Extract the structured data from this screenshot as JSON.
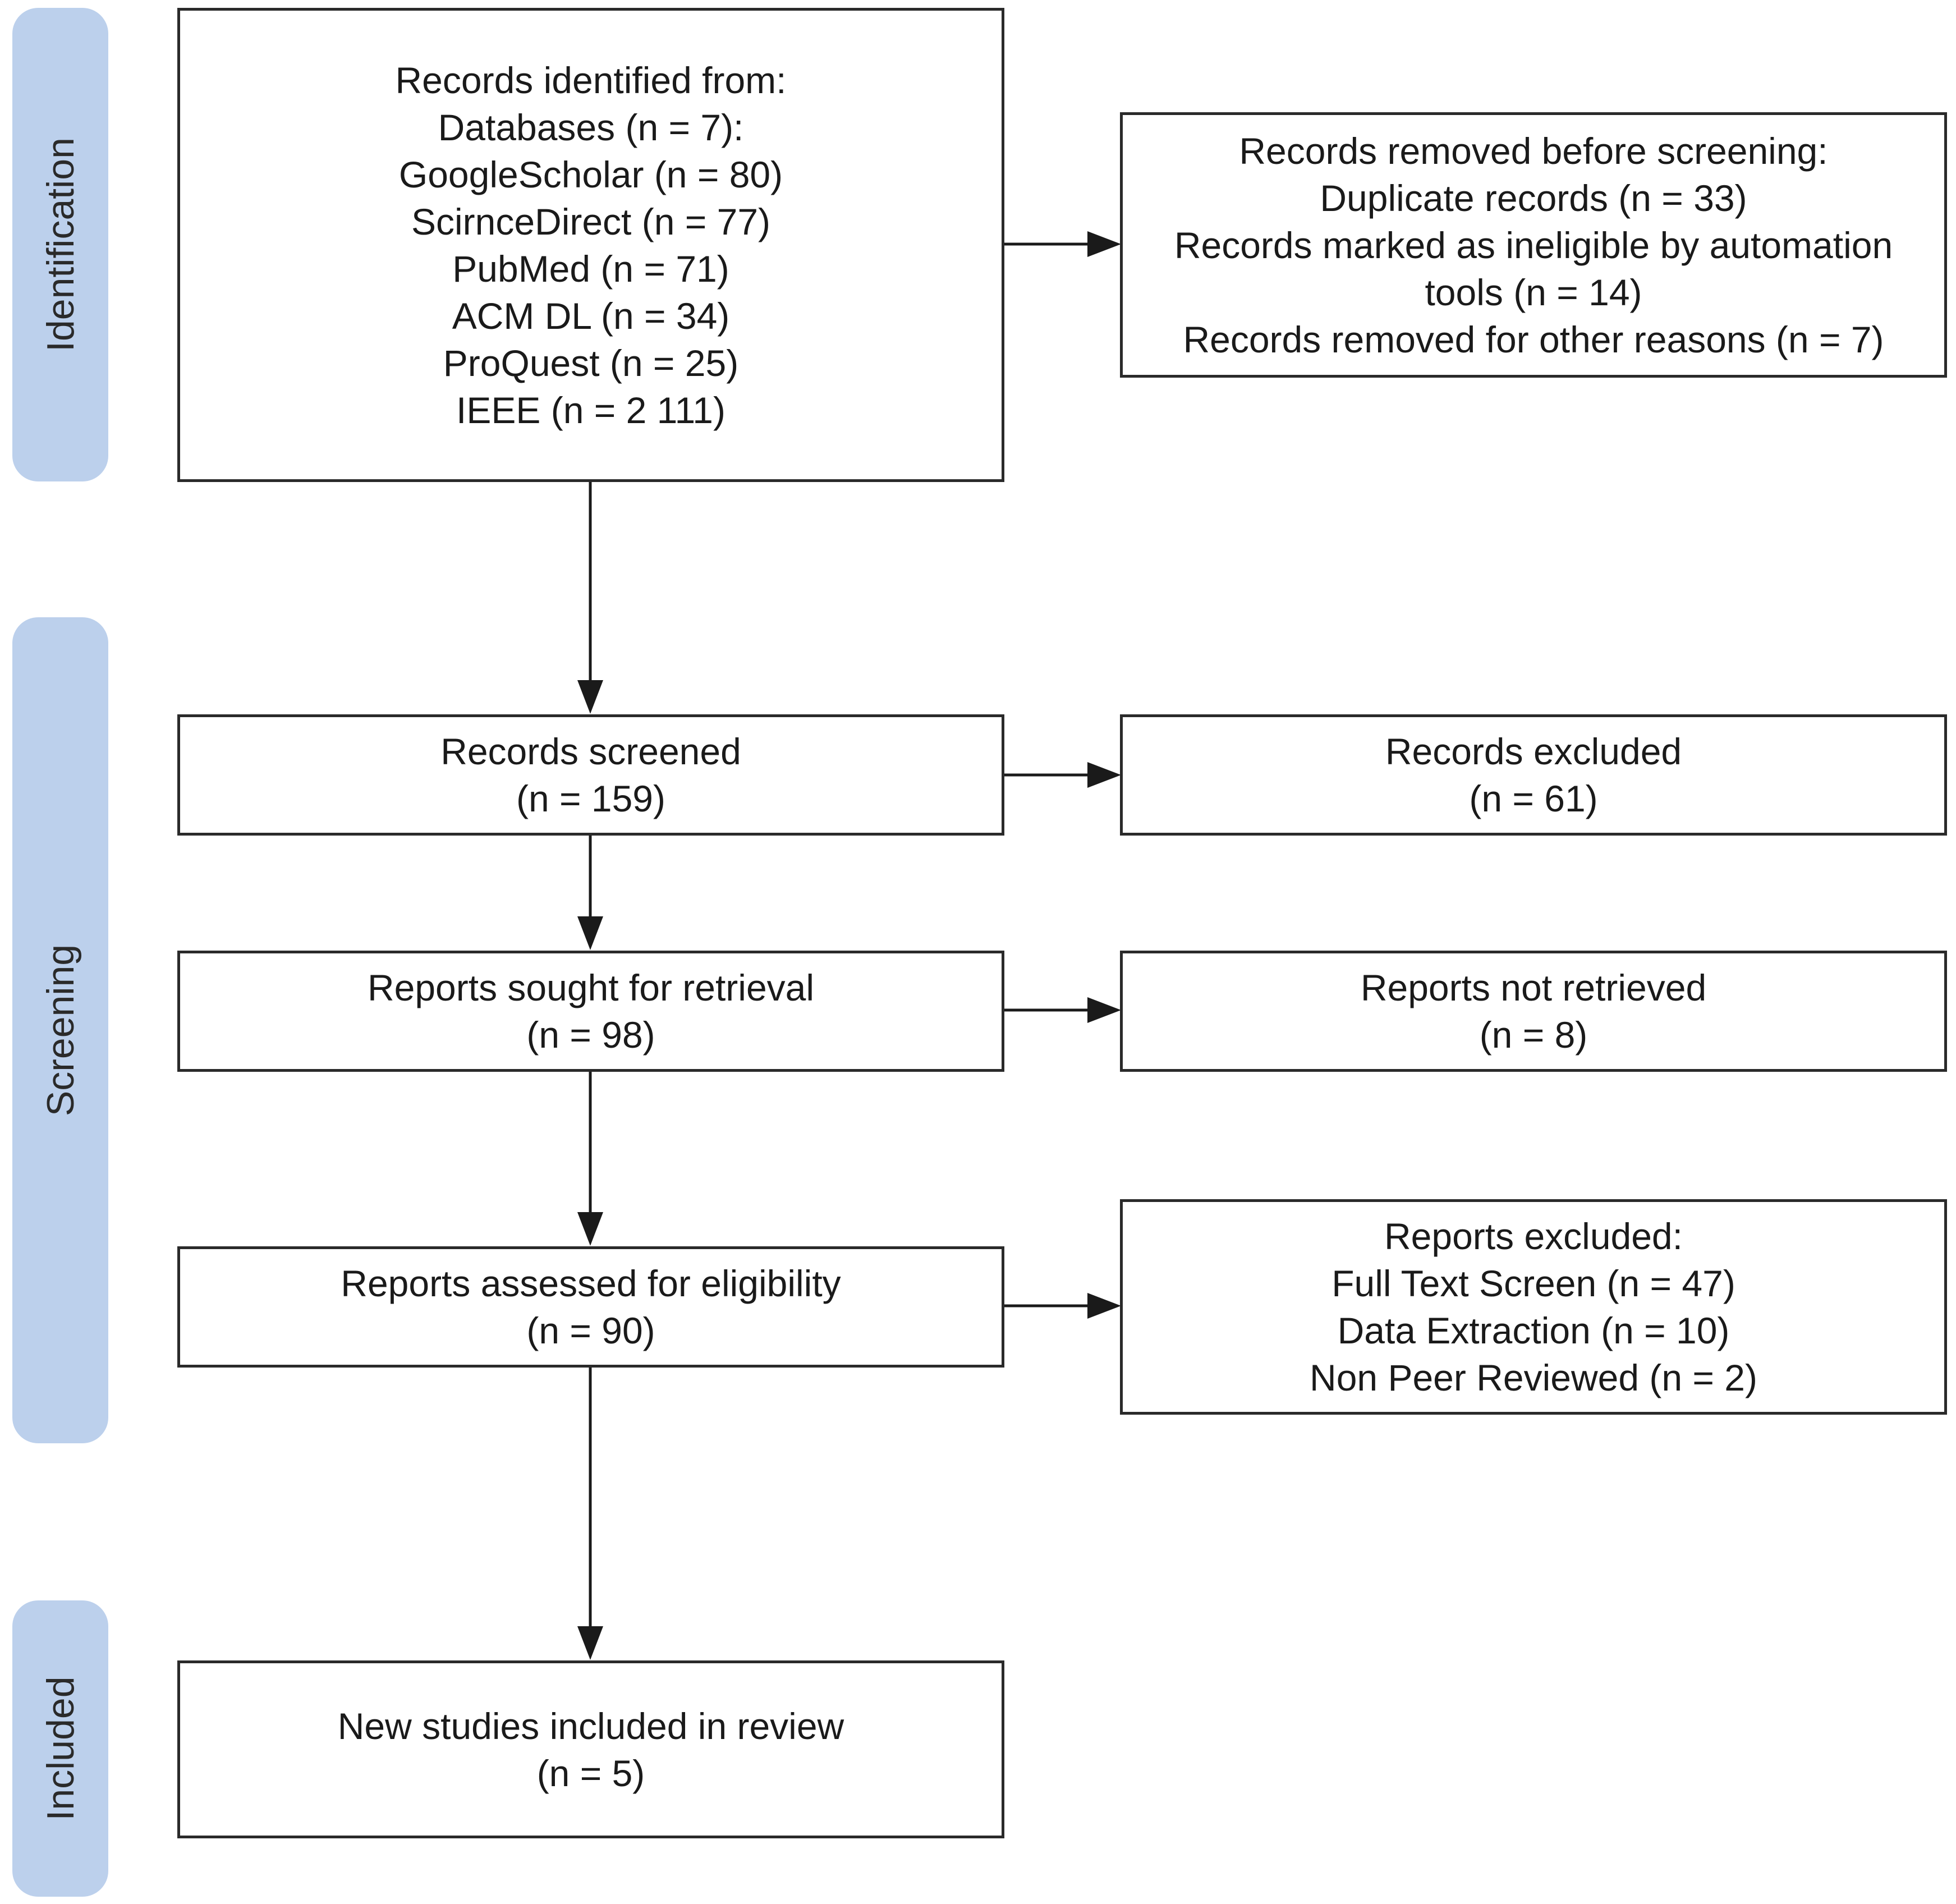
{
  "phases": {
    "identification": "Identification",
    "screening": "Screening",
    "included": "Included"
  },
  "boxes": {
    "identified": {
      "lines": [
        "Records identified from:",
        "Databases (n = 7):",
        "GoogleScholar (n = 80)",
        "ScirnceDirect (n = 77)",
        "PubMed (n = 71)",
        "ACM DL (n = 34)",
        "ProQuest (n = 25)",
        "IEEE (n = 2 111)"
      ]
    },
    "removed": {
      "lines": [
        "Records removed before screening:",
        "Duplicate records (n = 33)",
        "Records marked as ineligible by automation",
        "tools (n = 14)",
        "Records removed for other reasons (n = 7)"
      ]
    },
    "screened": {
      "lines": [
        "Records screened",
        "(n = 159)"
      ]
    },
    "excluded": {
      "lines": [
        "Records excluded",
        "(n = 61)"
      ]
    },
    "sought": {
      "lines": [
        "Reports sought for retrieval",
        "(n = 98)"
      ]
    },
    "not_retrieved": {
      "lines": [
        "Reports not retrieved",
        "(n = 8)"
      ]
    },
    "assessed": {
      "lines": [
        "Reports assessed for eligibility",
        "(n = 90)"
      ]
    },
    "reports_excluded": {
      "lines": [
        "Reports excluded:",
        "Full Text Screen (n = 47)",
        "Data Extraction (n = 10)",
        "Non Peer Reviewed (n = 2)"
      ]
    },
    "included": {
      "lines": [
        "New studies included in review",
        "(n = 5)"
      ]
    }
  },
  "colors": {
    "phase_fill": "#bcd0ec",
    "box_border": "#2a2a2a",
    "arrow": "#1a1a1a"
  }
}
